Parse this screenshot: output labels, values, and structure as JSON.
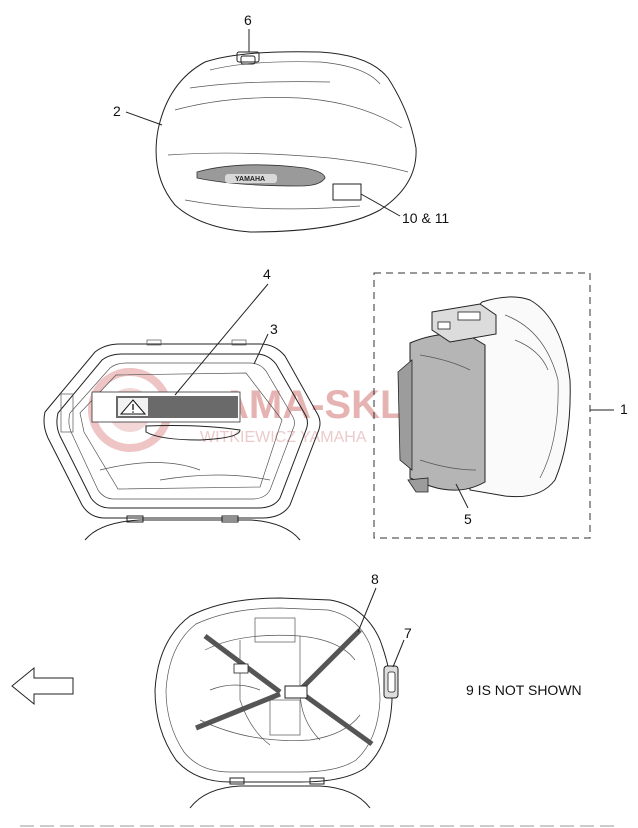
{
  "callouts": {
    "c1": "1",
    "c2": "2",
    "c3": "3",
    "c4": "4",
    "c5": "5",
    "c6": "6",
    "c7": "7",
    "c8": "8",
    "c10_11": "10 & 11"
  },
  "note": "9 IS NOT SHOWN",
  "brand_label": "YAMAHA",
  "watermark": {
    "main": "AMA-SKLEP.PL",
    "sub": "WITKIEWICZ YAMAHA"
  },
  "colors": {
    "ink": "#222222",
    "watermark": "#e6b3b3"
  }
}
